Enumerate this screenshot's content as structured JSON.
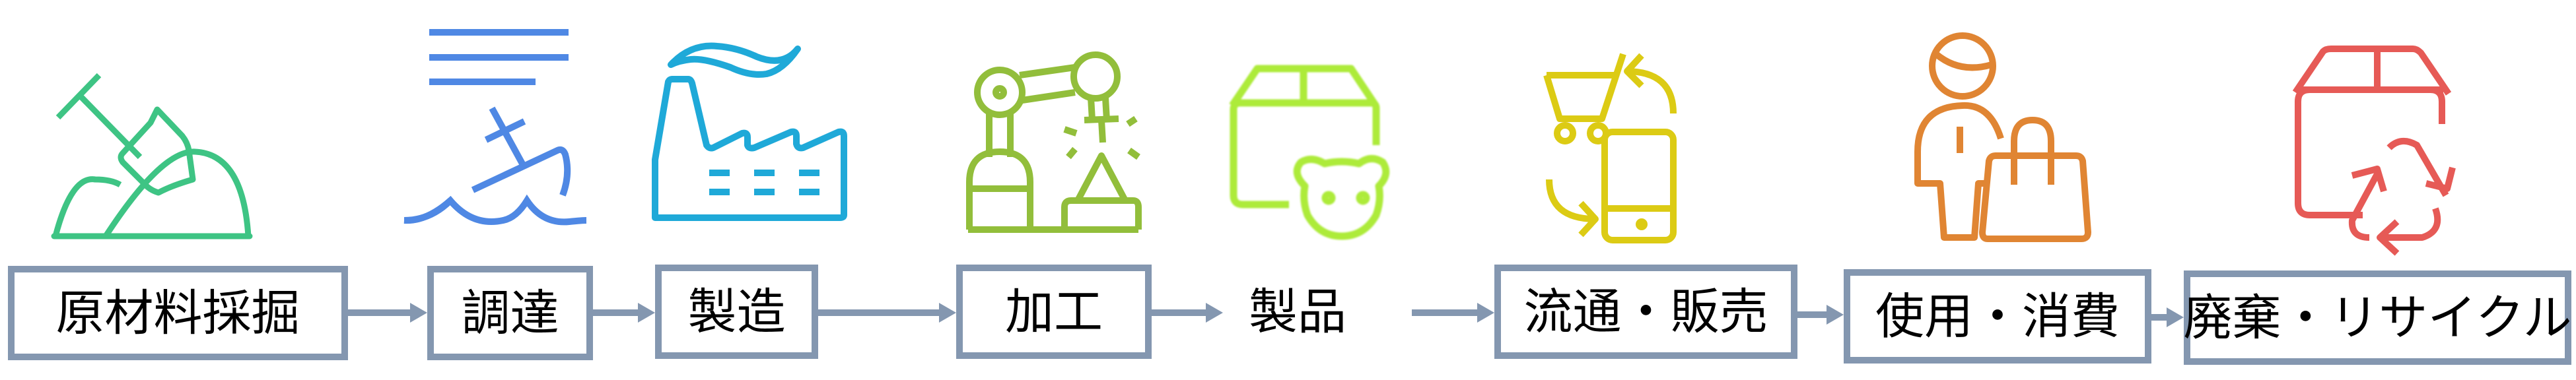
{
  "diagram": {
    "type": "lifecycle-flow",
    "border_color": "#8497B0",
    "arrow_color": "#8497B0",
    "stages": [
      {
        "id": "raw-material",
        "label": "原材料採掘",
        "icon": "shovel-mound-icon",
        "color": "#3EC484",
        "boxed": true
      },
      {
        "id": "procurement",
        "label": "調達",
        "icon": "ship-icon",
        "color": "#4F88E4",
        "boxed": true
      },
      {
        "id": "manufacturing",
        "label": "製造",
        "icon": "factory-icon",
        "color": "#1FA9D8",
        "boxed": true
      },
      {
        "id": "processing",
        "label": "加工",
        "icon": "robot-arm-icon",
        "color": "#92BE3B",
        "boxed": true
      },
      {
        "id": "product",
        "label": "製品",
        "icon": "box-teddy-bear-icon",
        "color": "#ADEB3A",
        "boxed": false
      },
      {
        "id": "distribution",
        "label": "流通・販売",
        "icon": "cart-phone-exchange-icon",
        "color": "#DCCB14",
        "boxed": true
      },
      {
        "id": "consumption",
        "label": "使用・消費",
        "icon": "person-shopping-bag-icon",
        "color": "#E08533",
        "boxed": true
      },
      {
        "id": "disposal",
        "label": "廃棄・リサイクル",
        "icon": "box-recycle-icon",
        "color": "#E65A56",
        "boxed": true
      }
    ]
  }
}
